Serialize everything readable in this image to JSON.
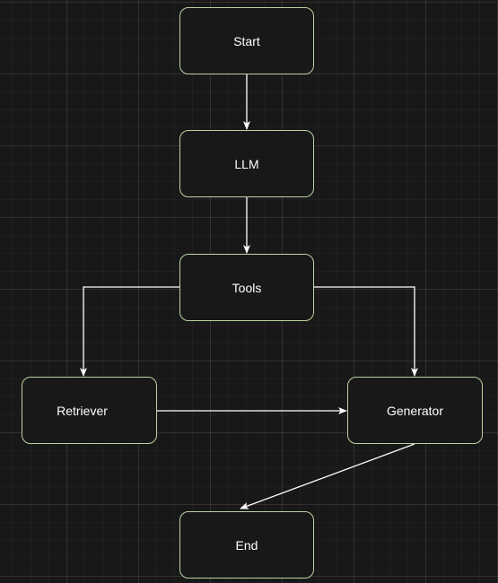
{
  "diagram": {
    "nodes": {
      "start": "Start",
      "llm": "LLM",
      "tools": "Tools",
      "retriever": "Retriever",
      "generator": "Generator",
      "end": "End"
    },
    "edges": [
      {
        "from": "Start",
        "to": "LLM"
      },
      {
        "from": "LLM",
        "to": "Tools"
      },
      {
        "from": "Tools",
        "to": "Retriever"
      },
      {
        "from": "Tools",
        "to": "Generator"
      },
      {
        "from": "Retriever",
        "to": "Generator"
      },
      {
        "from": "Generator",
        "to": "End"
      }
    ],
    "colors": {
      "background": "#181818",
      "node_border": "#b9d3a0",
      "edge": "#ffffff",
      "text": "#ffffff"
    }
  }
}
